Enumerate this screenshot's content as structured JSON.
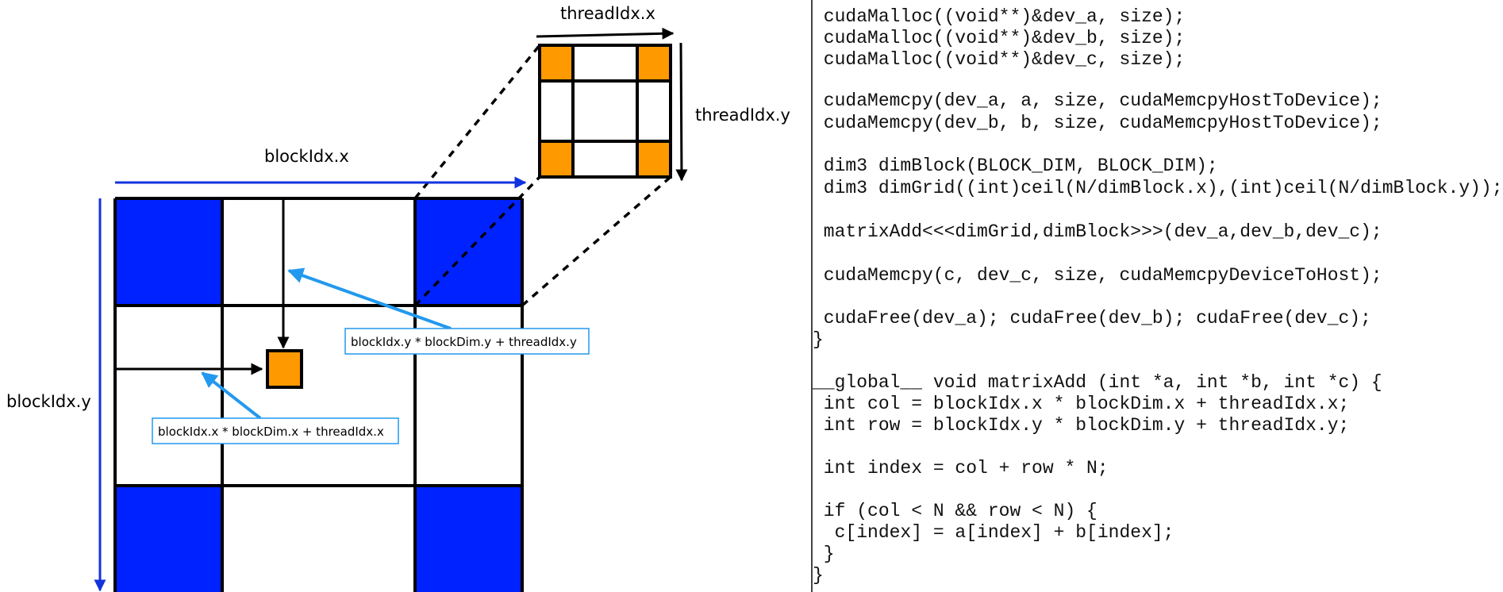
{
  "diagram": {
    "labels": {
      "thread_x": "threadIdx.x",
      "thread_y": "threadIdx.y",
      "block_x": "blockIdx.x",
      "block_y": "blockIdx.y",
      "row_formula": "blockIdx.y * blockDim.y + threadIdx.y",
      "col_formula": "blockIdx.x * blockDim.x + threadIdx.x"
    },
    "colors": {
      "block_fill": "#0022ff",
      "thread_fill": "#ff9900",
      "axis_arrow": "#1133dd",
      "pointer_arrow": "#2299ee",
      "box_border": "#2299ee",
      "grid_line": "#000000"
    },
    "grid": {
      "rows": 3,
      "cols": 3,
      "blue_cells": [
        [
          0,
          0
        ],
        [
          0,
          2
        ],
        [
          2,
          0
        ],
        [
          2,
          2
        ]
      ]
    },
    "thread_block": {
      "rows": 3,
      "cols": 3,
      "orange_cells": [
        [
          0,
          0
        ],
        [
          0,
          2
        ],
        [
          2,
          0
        ],
        [
          2,
          2
        ]
      ]
    }
  },
  "code": {
    "lines": [
      " cudaMalloc((void**)&dev_a, size);",
      " cudaMalloc((void**)&dev_b, size);",
      " cudaMalloc((void**)&dev_c, size);",
      "",
      " cudaMemcpy(dev_a, a, size, cudaMemcpyHostToDevice);",
      " cudaMemcpy(dev_b, b, size, cudaMemcpyHostToDevice);",
      "",
      " dim3 dimBlock(BLOCK_DIM, BLOCK_DIM);",
      " dim3 dimGrid((int)ceil(N/dimBlock.x),(int)ceil(N/dimBlock.y));",
      "",
      " matrixAdd<<<dimGrid,dimBlock>>>(dev_a,dev_b,dev_c);",
      "",
      " cudaMemcpy(c, dev_c, size, cudaMemcpyDeviceToHost);",
      "",
      " cudaFree(dev_a); cudaFree(dev_b); cudaFree(dev_c);",
      "}",
      "",
      "__global__ void matrixAdd (int *a, int *b, int *c) {",
      " int col = blockIdx.x * blockDim.x + threadIdx.x;",
      " int row = blockIdx.y * blockDim.y + threadIdx.y;",
      "",
      " int index = col + row * N;",
      "",
      " if (col < N && row < N) {",
      "  c[index] = a[index] + b[index];",
      " }",
      "}"
    ]
  }
}
